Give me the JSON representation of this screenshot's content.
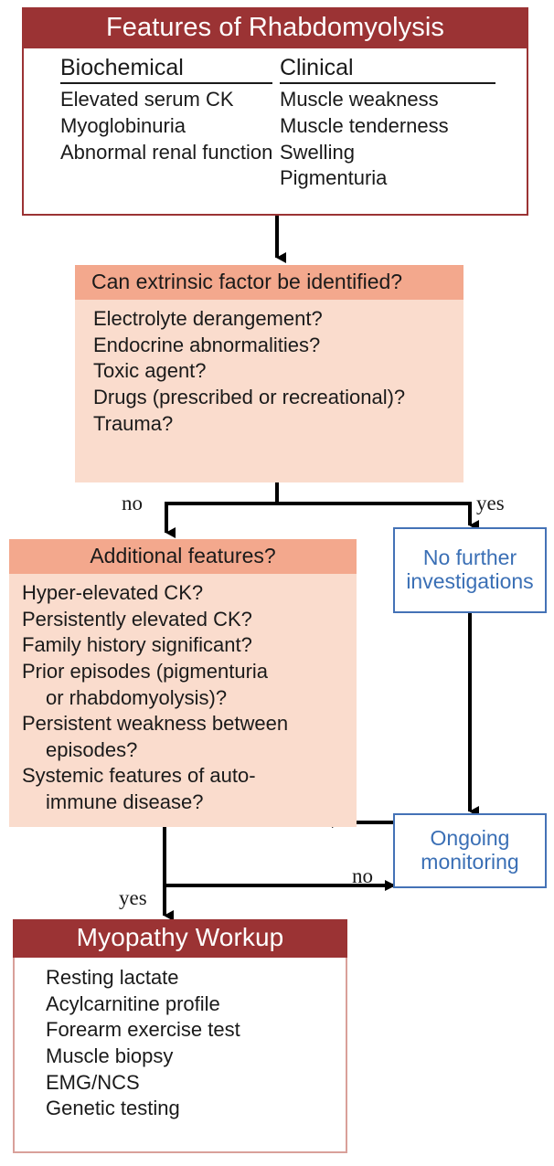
{
  "diagram": {
    "title": "Features of Rhabdomyolysis clinical pathway flowchart",
    "colors": {
      "dark_red": "#9B3334",
      "salmon_header": "#F3A88D",
      "peach_body": "#FADCCD",
      "blue": "#3A6FB5",
      "blue_border": "#4472B6",
      "red_border": "#D9A09A"
    }
  },
  "features_box": {
    "title": "Features of Rhabdomyolysis",
    "columns": [
      {
        "heading": "Biochemical",
        "items": [
          "Elevated serum CK",
          "Myoglobinuria",
          "Abnormal renal function"
        ]
      },
      {
        "heading": "Clinical",
        "items": [
          "Muscle weakness",
          "Muscle tenderness",
          "Swelling",
          "Pigmenturia"
        ]
      }
    ]
  },
  "extrinsic_box": {
    "title": "Can extrinsic factor be identified?",
    "items": [
      "Electrolyte derangement?",
      "Endocrine abnormalities?",
      "Toxic agent?",
      "Drugs (prescribed or recreational)?",
      "Trauma?"
    ]
  },
  "additional_box": {
    "title": "Additional features?",
    "items": [
      {
        "text": "Hyper-elevated CK?",
        "indent": false
      },
      {
        "text": "Persistently elevated CK?",
        "indent": false
      },
      {
        "text": "Family history significant?",
        "indent": false
      },
      {
        "text": "Prior episodes (pigmenturia",
        "indent": false
      },
      {
        "text": "or rhabdomyolysis)?",
        "indent": true
      },
      {
        "text": "Persistent weakness between",
        "indent": false
      },
      {
        "text": "episodes?",
        "indent": true
      },
      {
        "text": "Systemic features of auto-",
        "indent": false
      },
      {
        "text": "immune disease?",
        "indent": true
      }
    ]
  },
  "no_further_box": {
    "line1": "No further",
    "line2": "investigations"
  },
  "ongoing_box": {
    "line1": "Ongoing",
    "line2": "monitoring"
  },
  "workup_box": {
    "title": "Myopathy Workup",
    "items": [
      "Resting lactate",
      "Acylcarnitine profile",
      "Forearm exercise test",
      "Muscle biopsy",
      "EMG/NCS",
      "Genetic testing"
    ]
  },
  "edges": {
    "extrinsic_no": "no",
    "extrinsic_yes": "yes",
    "additional_no": "no",
    "additional_yes": "yes"
  }
}
